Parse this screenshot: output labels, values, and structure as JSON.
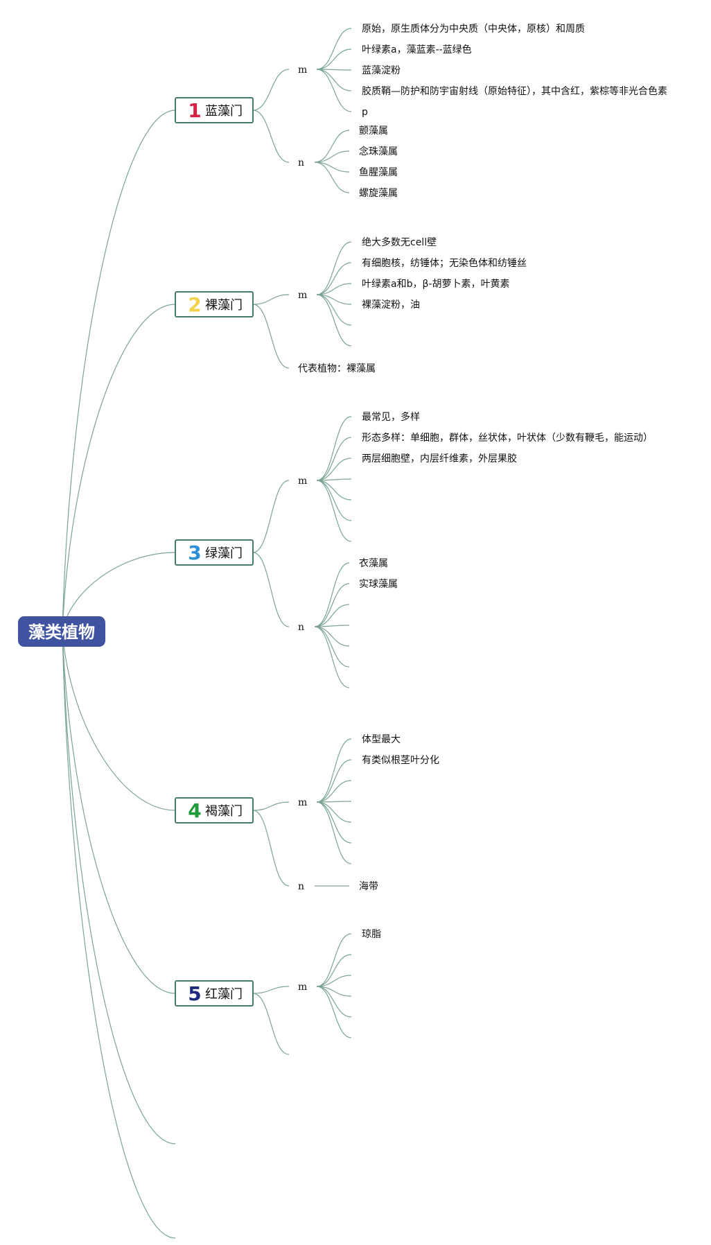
{
  "colors": {
    "edge": "#7ba492",
    "root_fill": "#3f53a1",
    "branch_border": "#467b6a",
    "num1": "#d62045",
    "num2": "#f3d34a",
    "num3": "#2e8fd6",
    "num4": "#1e9a3a",
    "num5": "#1d2a7d"
  },
  "root": {
    "label": "藻类植物"
  },
  "branches": [
    {
      "num": "1",
      "label": "蓝藻门",
      "m_label": "m",
      "m_items": [
        "原始，原生质体分为中央质（中央体，原核）和周质",
        "叶绿素a，藻蓝素--蓝绿色",
        "蓝藻淀粉",
        "胶质鞘—防护和防宇宙射线（原始特征），其中含红，紫棕等非光合色素",
        "p"
      ],
      "n_label": "n",
      "n_items": [
        "颤藻属",
        "念珠藻属",
        "鱼腥藻属",
        "螺旋藻属"
      ]
    },
    {
      "num": "2",
      "label": "裸藻门",
      "m_label": "m",
      "m_items": [
        "绝大多数无cell壁",
        "有细胞核，纺锤体；无染色体和纺锤丝",
        "叶绿素a和b，β-胡萝卜素，叶黄素",
        "裸藻淀粉，油"
      ],
      "rep_label": "代表植物：裸藻属"
    },
    {
      "num": "3",
      "label": "绿藻门",
      "m_label": "m",
      "m_items": [
        "最常见，多样",
        "形态多样：单细胞，群体，丝状体，叶状体（少数有鞭毛，能运动）",
        "两层细胞壁，内层纤维素，外层果胶"
      ],
      "n_label": "n",
      "n_items": [
        "衣藻属",
        "实球藻属"
      ]
    },
    {
      "num": "4",
      "label": "褐藻门",
      "m_label": "m",
      "m_items": [
        "体型最大",
        "有类似根茎叶分化"
      ],
      "n_label": "n",
      "n_items": [
        "海带"
      ]
    },
    {
      "num": "5",
      "label": "红藻门",
      "m_label": "m",
      "m_items": [
        "琼脂"
      ]
    }
  ]
}
